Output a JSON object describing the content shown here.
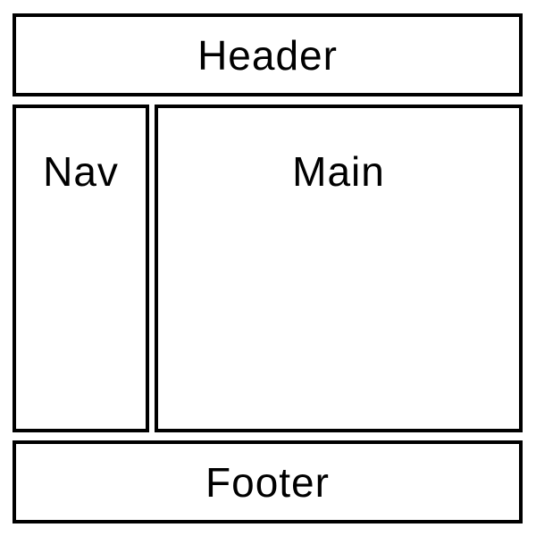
{
  "diagram": {
    "type": "page-layout-wireframe",
    "background_color": "#ffffff",
    "border_color": "#000000",
    "text_color": "#000000",
    "regions": {
      "header": {
        "label": "Header"
      },
      "nav": {
        "label": "Nav"
      },
      "main": {
        "label": "Main"
      },
      "footer": {
        "label": "Footer"
      }
    }
  }
}
